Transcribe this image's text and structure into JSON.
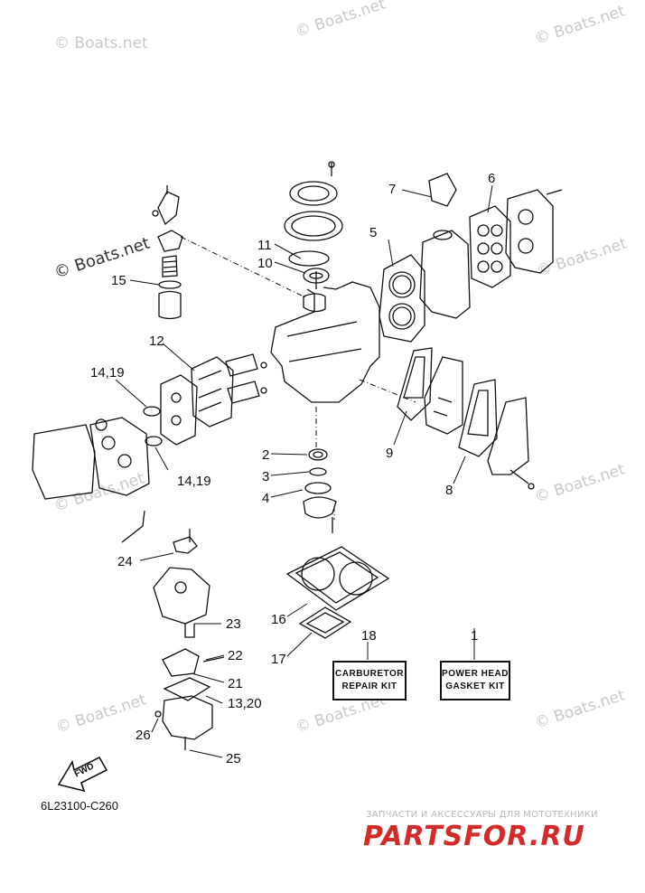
{
  "watermarks": [
    "© Boats.net",
    "© Boats.net",
    "© Boats.net",
    "© Boats.net",
    "© Boats.net",
    "© Boats.net",
    "© Boats.net",
    "© Boats.net",
    "© Boats.net",
    "© Boats.net"
  ],
  "callouts": {
    "n1": "1",
    "n2": "2",
    "n3": "3",
    "n4": "4",
    "n5": "5",
    "n6": "6",
    "n7": "7",
    "n8": "8",
    "n9": "9",
    "n10": "10",
    "n11": "11",
    "n12": "12",
    "n13_20": "13,20",
    "n14_19_top": "14,19",
    "n14_19_bottom": "14,19",
    "n15": "15",
    "n16": "16",
    "n17": "17",
    "n18": "18",
    "n21": "21",
    "n22": "22",
    "n23": "23",
    "n24": "24",
    "n25": "25",
    "n26": "26"
  },
  "kits": {
    "carburetor": [
      "CARBURETOR",
      "REPAIR KIT"
    ],
    "power_head": [
      "POWER HEAD",
      "GASKET KIT"
    ]
  },
  "fwd_label": "FWD",
  "diagram_code": "6L23100-C260",
  "brand": {
    "subtitle": "ЗАПЧАСТИ И АКСЕССУАРЫ ДЛЯ МОТОТЕХНИКИ",
    "name": "PARTSFOR.RU",
    "color": "#d42a2a"
  }
}
